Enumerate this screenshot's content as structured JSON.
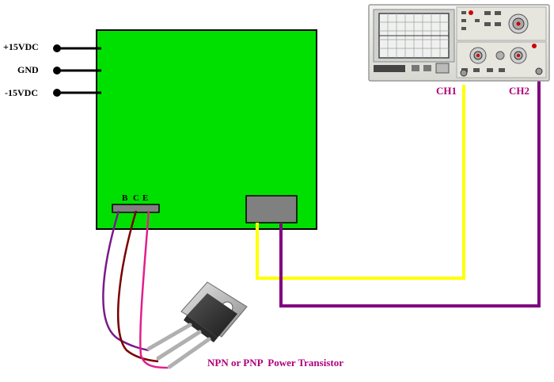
{
  "power_labels": {
    "plus": "+15VDC",
    "gnd": "GND",
    "minus": "-15VDC"
  },
  "connector_labels": {
    "b": "B",
    "c": "C",
    "e": "E"
  },
  "channels": {
    "ch1": "CH1",
    "ch2": "CH2"
  },
  "caption": "NPN or PNP  Power Transistor",
  "colors": {
    "board": "#00e000",
    "connector": "#808080",
    "ch1_wire": "#ffff00",
    "ch2_wire": "#800080",
    "base_wire": "#7a1a8a",
    "collector_wire": "#7a0000",
    "emitter_wire": "#e0208a",
    "label_text": "#b0007a",
    "power_text": "#000000"
  },
  "icons": {
    "oscilloscope": "oscilloscope-icon",
    "transistor": "power-transistor-icon"
  }
}
